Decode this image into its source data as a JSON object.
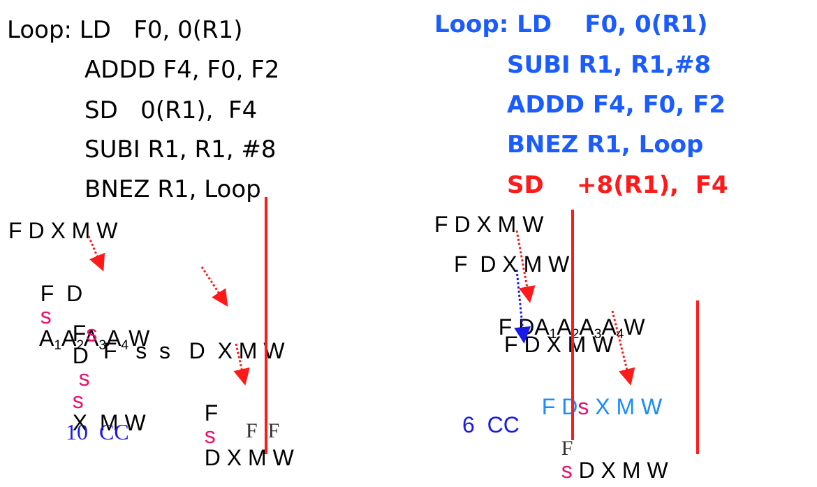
{
  "left": {
    "code": {
      "line1": "Loop: LD   F0, 0(R1)",
      "line2": "ADDD F4, F0, F2",
      "line3": "SD   0(R1),  F4",
      "line4": "SUBI R1, R1, #8",
      "line5": "BNEZ R1, Loop"
    },
    "pipeline": {
      "r1": "F D X M W",
      "r2a": "F  D",
      "r2s": "s",
      "r2b": "A",
      "r2b_sub": "1",
      "r2c": "A",
      "r2c_sub": "2",
      "r2d": "A",
      "r2d_sub": "3",
      "r2e": "A",
      "r2e_sub": "4",
      "r2f": "W",
      "r3a": "F",
      "r3s1": "s",
      "r3b": "D",
      "r3s2": "s",
      "r3s3": "s",
      "r3c": "X  M W",
      "r4": "F   s  s   D  X M W",
      "r5a": "F",
      "r5s": "s",
      "r5b": "D X M W"
    },
    "cycles": "10  CC",
    "tail": "F  F"
  },
  "right": {
    "code": {
      "line1": "Loop: LD    F0, 0(R1)",
      "line2": "SUBI R1, R1,#8",
      "line3": "ADDD F4, F0, F2",
      "line4": "BNEZ R1, Loop",
      "line5": "SD    +8(R1),  F4"
    },
    "pipeline": {
      "r1": "F D X M W",
      "r2": "F  D X M W",
      "r3a": "F D",
      "r3b": "A",
      "r3b_sub": "1",
      "r3c": "A",
      "r3c_sub": "2",
      "r3d": "A",
      "r3d_sub": "3",
      "r3e": "A",
      "r3e_sub": "4",
      "r3f": "W",
      "r4": "F D X M W",
      "r5a": "F D",
      "r5s": "s",
      "r5b": " X M W",
      "r6a": "F",
      "r6s": "s",
      "r6b": " D X M W"
    },
    "cycles": "6  CC"
  },
  "colors": {
    "code_right": "#1a5cff",
    "code_right_highlight": "#ff1a1a",
    "stall": "#e8126b",
    "cycles": "#1a1ae6",
    "divider": "#ff1a1a",
    "arrow_red": "#ff1a1a",
    "arrow_blue": "#1a1ae6"
  }
}
